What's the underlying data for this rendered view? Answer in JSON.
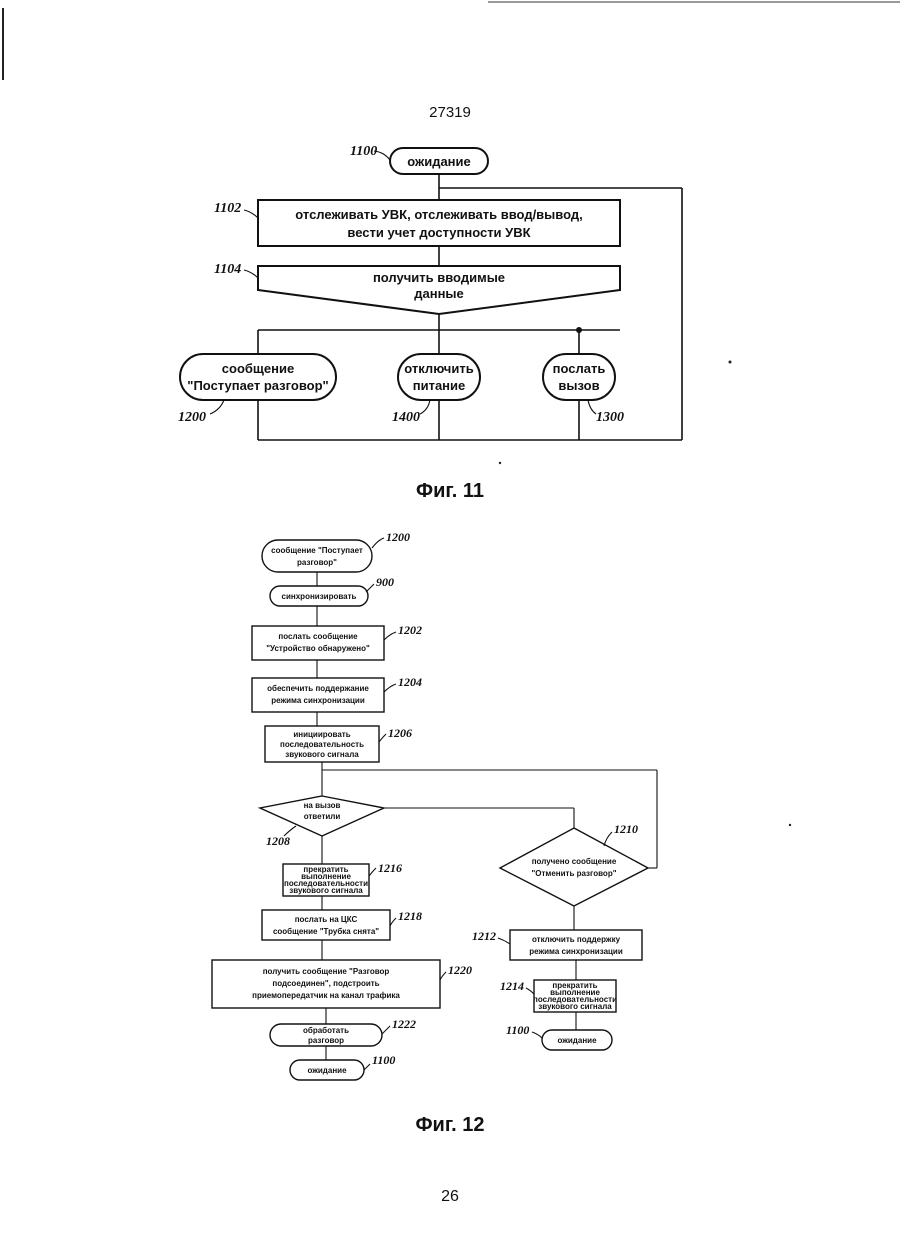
{
  "header": {
    "doc_number": "27319"
  },
  "fig11": {
    "caption": "Фиг. 11",
    "idle": {
      "ref": "1100",
      "label": "ожидание"
    },
    "monitor": {
      "ref": "1102",
      "line1": "отслеживать УВК, отслеживать ввод/вывод,",
      "line2": "вести учет доступности УВК"
    },
    "input": {
      "ref": "1104",
      "line1": "получить вводимые",
      "line2": "данные"
    },
    "incoming_call": {
      "ref": "1200",
      "line1": "сообщение",
      "line2": "\"Поступает разговор\""
    },
    "power_off": {
      "ref": "1400",
      "line1": "отключить",
      "line2": "питание"
    },
    "send_call": {
      "ref": "1300",
      "line1": "послать",
      "line2": "вызов"
    }
  },
  "fig12": {
    "caption": "Фиг. 12",
    "start": {
      "ref": "1200",
      "line1": "сообщение \"Поступает",
      "line2": "разговор\""
    },
    "sync": {
      "ref": "900",
      "label": "синхронизировать"
    },
    "send_found": {
      "ref": "1202",
      "line1": "послать сообщение",
      "line2": "\"Устройство обнаружено\""
    },
    "keep_sync": {
      "ref": "1204",
      "line1": "обеспечить поддержание",
      "line2": "режима синхронизации"
    },
    "start_tone": {
      "ref": "1206",
      "line1": "инициировать",
      "line2": "последовательность",
      "line3": "звукового сигнала"
    },
    "answered": {
      "ref": "1208",
      "line1": "на вызов",
      "line2": "ответили"
    },
    "cancel_rcv": {
      "ref": "1210",
      "line1": "получено сообщение",
      "line2": "\"Отменить разговор\""
    },
    "stop_tone_left": {
      "ref": "1216",
      "line1": "прекратить",
      "line2": "выполнение",
      "line3": "последовательности",
      "line4": "звукового сигнала"
    },
    "send_offhook": {
      "ref": "1218",
      "line1": "послать на ЦКС",
      "line2": "сообщение \"Трубка снята\""
    },
    "connect": {
      "ref": "1220",
      "line1": "получить сообщение \"Разговор",
      "line2": "подсоединен\", подстроить",
      "line3": "приемопередатчик на канал трафика"
    },
    "process_call": {
      "ref": "1222",
      "line1": "обработать",
      "line2": "разговор"
    },
    "idle_left": {
      "ref": "1100",
      "label": "ожидание"
    },
    "disable_sync": {
      "ref": "1212",
      "line1": "отключить поддержку",
      "line2": "режима синхронизации"
    },
    "stop_tone_right": {
      "ref": "1214",
      "line1": "прекратить",
      "line2": "выполнение",
      "line3": "последовательности",
      "line4": "звукового сигнала"
    },
    "idle_right": {
      "ref": "1100",
      "label": "ожидание"
    }
  },
  "page": {
    "number": "26"
  }
}
